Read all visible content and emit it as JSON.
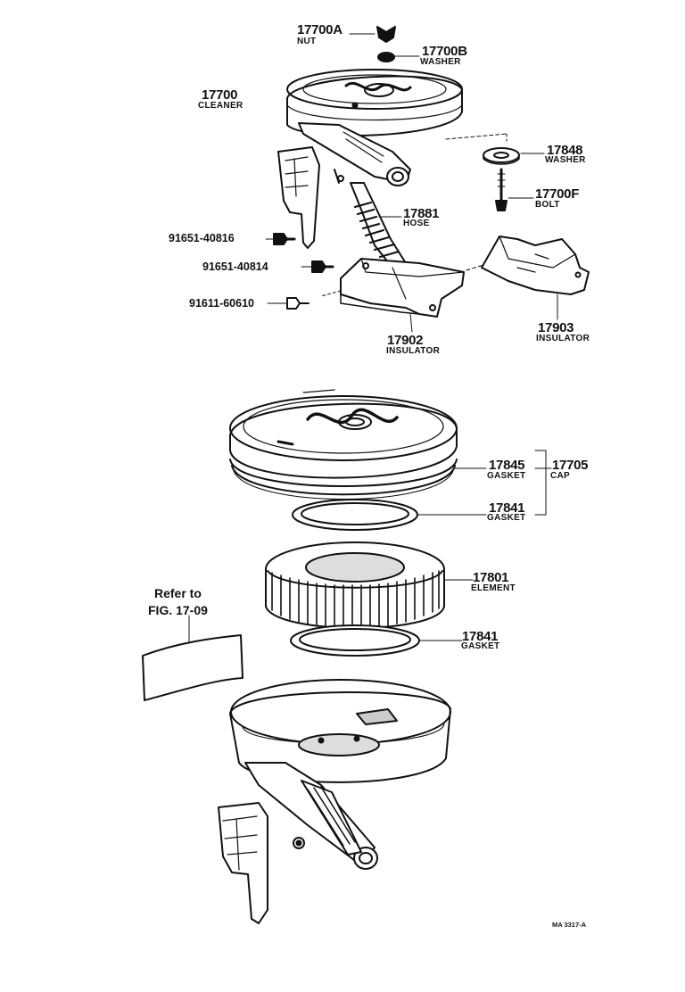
{
  "parts": {
    "nut": {
      "number": "17700A",
      "name": "NUT"
    },
    "washer_top": {
      "number": "17700B",
      "name": "WASHER"
    },
    "cleaner": {
      "number": "17700",
      "name": "CLEANER"
    },
    "washer_side": {
      "number": "17848",
      "name": "WASHER"
    },
    "bolt": {
      "number": "17700F",
      "name": "BOLT"
    },
    "hose": {
      "number": "17881",
      "name": "HOSE"
    },
    "bolt_a": {
      "number": "91651-40816"
    },
    "bolt_b": {
      "number": "91651-40814"
    },
    "bolt_c": {
      "number": "91611-60610"
    },
    "insulator_a": {
      "number": "17902",
      "name": "INSULATOR"
    },
    "insulator_b": {
      "number": "17903",
      "name": "INSULATOR"
    },
    "gasket_cap": {
      "number": "17845",
      "name": "GASKET"
    },
    "cap": {
      "number": "17705",
      "name": "CAP"
    },
    "gasket_mid": {
      "number": "17841",
      "name": "GASKET"
    },
    "element": {
      "number": "17801",
      "name": "ELEMENT"
    },
    "gasket_low": {
      "number": "17841",
      "name": "GASKET"
    }
  },
  "reference": {
    "line1": "Refer to",
    "line2": "FIG. 17-09"
  },
  "drawing_code": "MA 3317-A",
  "colors": {
    "ink": "#111111",
    "paper": "#ffffff",
    "gray": "#cfcfcf"
  }
}
